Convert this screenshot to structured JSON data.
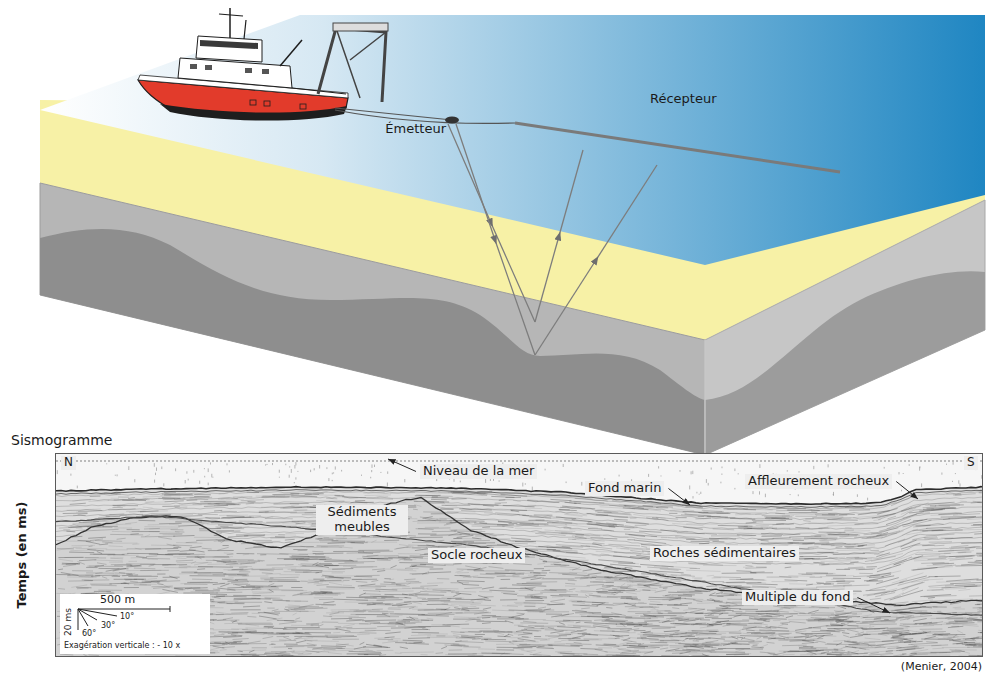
{
  "diagram": {
    "nodes": [
      {
        "text": [
          "Sismogramme"
        ]
      },
      {
        "text": [
          "500 m",
          "20 ms",
          "60°",
          "30°",
          "10°",
          "Exagération verticale : - 10 x"
        ],
        "in": 0
      }
    ],
    "labels": [
      "Émetteur",
      "Récepteur",
      "N",
      "S",
      "Niveau de la mer",
      "Fond marin",
      "Affleurement rocheux",
      "Sédiments meubles",
      "Socle rocheux",
      "Roches sédimentaires",
      "Multiple du fond",
      "Temps (en ms)",
      "(Menier, 2004)"
    ]
  }
}
